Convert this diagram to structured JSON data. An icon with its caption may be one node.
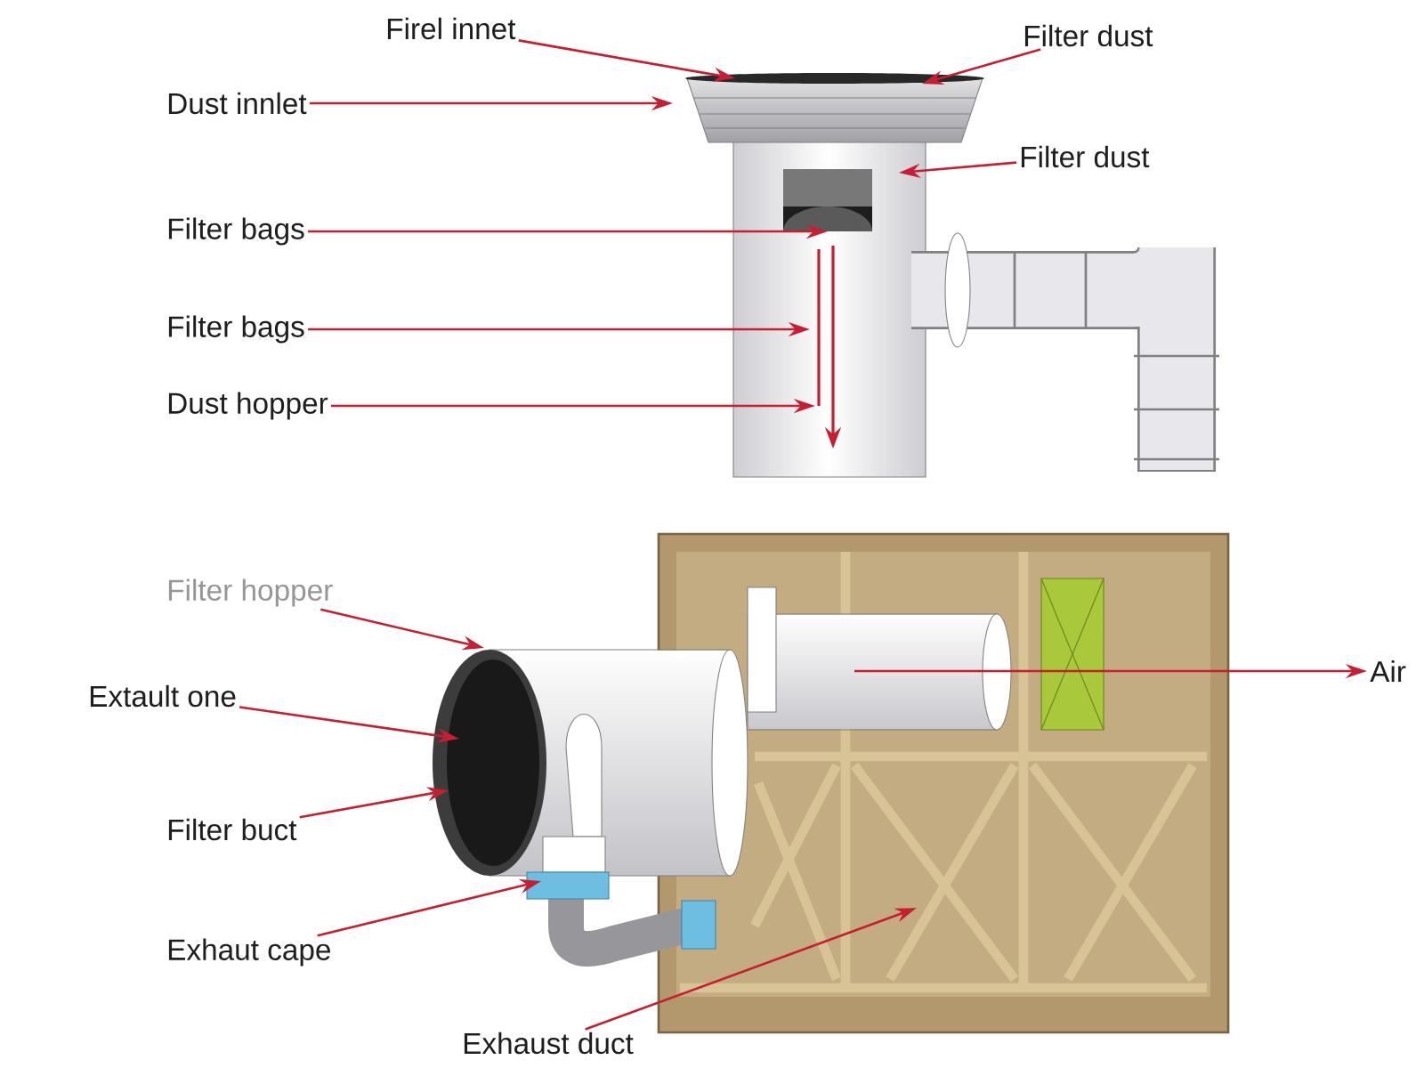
{
  "diagram": {
    "nodes": [
      {
        "text": [
          "Firel innet"
        ]
      },
      {
        "text": [
          "Filter dust"
        ]
      },
      {
        "text": [
          "Dust innlet"
        ]
      },
      {
        "text": [
          "Filter dust"
        ]
      },
      {
        "text": [
          "Filter bags"
        ]
      },
      {
        "text": [
          "Filter bags"
        ]
      },
      {
        "text": [
          "Dust hopper"
        ]
      },
      {
        "text": [
          "Filter hopper"
        ]
      },
      {
        "text": [
          "Extault one"
        ]
      },
      {
        "text": [
          "Filter buct"
        ]
      },
      {
        "text": [
          "Exhaut cape"
        ]
      },
      {
        "text": [
          "Exhaust duct"
        ]
      },
      {
        "text": [
          "Air"
        ]
      },
      {
        "text": [],
        "shape": "picture"
      },
      {
        "text": [],
        "shape": "cylinder",
        "in": 13
      },
      {
        "text": [],
        "shape": "picture"
      },
      {
        "text": [],
        "shape": "picture",
        "in": 15
      },
      {
        "text": [],
        "shape": "picture"
      },
      {
        "text": [],
        "shape": "picture"
      }
    ],
    "edges": [
      {
        "from": 0,
        "to": 13,
        "arrow": "to"
      },
      {
        "from": 1,
        "to": 13,
        "arrow": "to"
      },
      {
        "from": 2,
        "to": 13,
        "arrow": "to"
      },
      {
        "from": 3,
        "to": 13,
        "arrow": "to"
      },
      {
        "from": 4,
        "to": 14,
        "arrow": "to"
      },
      {
        "from": 5,
        "to": 13,
        "arrow": "to"
      },
      {
        "from": 6,
        "to": 13,
        "arrow": "to"
      },
      {
        "from": 7,
        "to": 17,
        "arrow": "to"
      },
      {
        "from": 8,
        "to": 17,
        "arrow": "to"
      },
      {
        "from": 9,
        "to": 17,
        "arrow": "to"
      },
      {
        "from": 10,
        "to": 18,
        "arrow": "to"
      },
      {
        "from": 11,
        "to": 15,
        "arrow": "to"
      },
      {
        "from": 16,
        "to": 12,
        "arrow": "to"
      }
    ]
  }
}
